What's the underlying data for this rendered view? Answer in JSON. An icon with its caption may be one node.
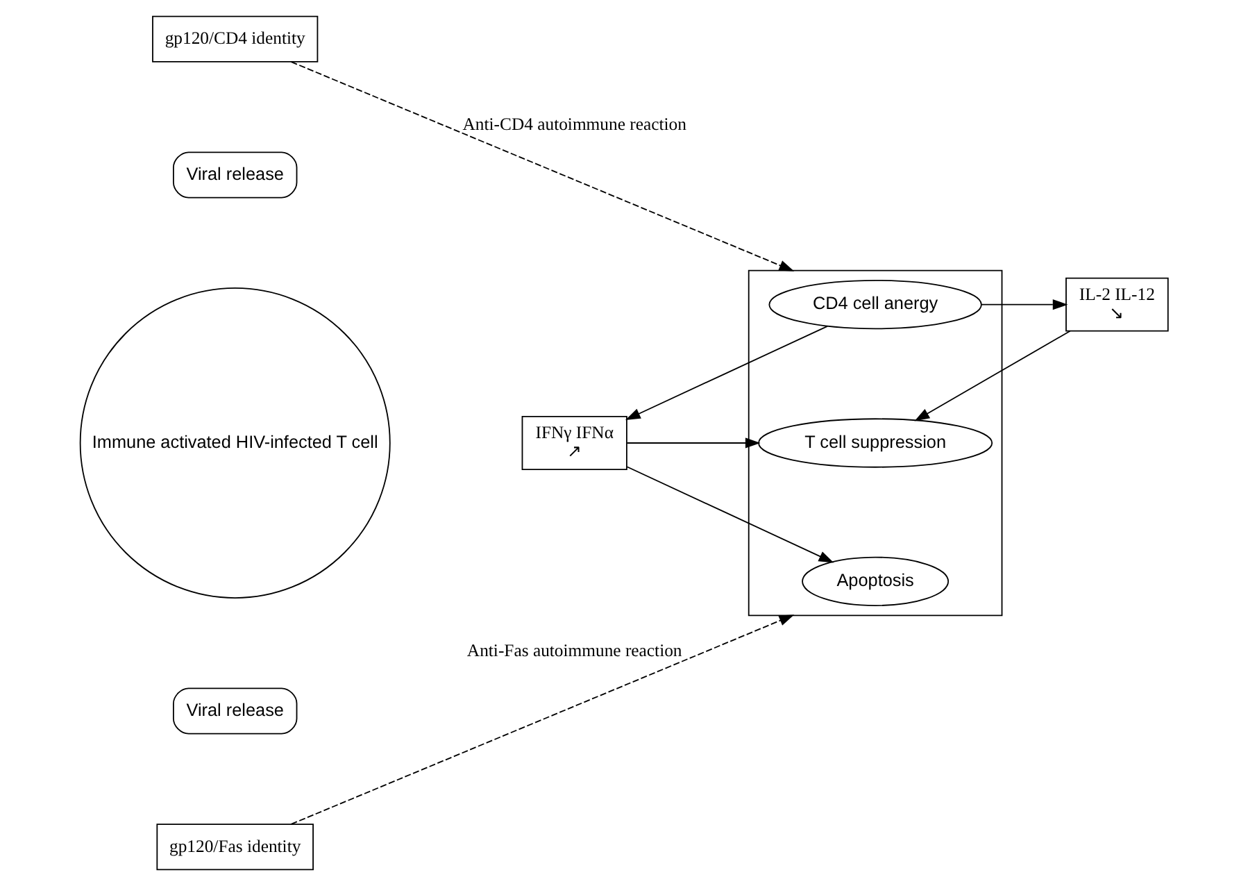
{
  "diagram": {
    "nodes": [
      {
        "text": [
          "gp120/CD4 identity"
        ]
      },
      {
        "text": [
          "Viral release"
        ]
      },
      {
        "text": [
          "Immune activated HIV-infected T cell"
        ]
      },
      {
        "text": [
          "Viral release"
        ]
      },
      {
        "text": [
          "gp120/Fas identity"
        ]
      },
      {
        "text": [],
        "shape": "box"
      },
      {
        "text": [
          "IFNγ IFNα",
          "↗"
        ]
      },
      {
        "text": [
          "CD4 cell anergy"
        ],
        "in": 5
      },
      {
        "text": [
          "IL-2 IL-12",
          "↘"
        ]
      },
      {
        "text": [
          "T cell suppression"
        ],
        "in": 5
      },
      {
        "text": [
          "Apoptosis"
        ],
        "in": 5
      }
    ],
    "edges": [
      {
        "from": 0,
        "to": 5,
        "arrow": "to",
        "style": "dashed",
        "label": "Anti-CD4 autoimmune reaction"
      },
      {
        "from": 4,
        "to": 5,
        "arrow": "to",
        "style": "dashed",
        "label": "Anti-Fas autoimmune reaction"
      },
      {
        "from": 7,
        "to": 6,
        "arrow": "to"
      },
      {
        "from": 7,
        "to": 8,
        "arrow": "to"
      },
      {
        "from": 6,
        "to": 9,
        "arrow": "to"
      },
      {
        "from": 8,
        "to": 9,
        "arrow": "to"
      },
      {
        "from": 6,
        "to": 10,
        "arrow": "to"
      }
    ]
  }
}
